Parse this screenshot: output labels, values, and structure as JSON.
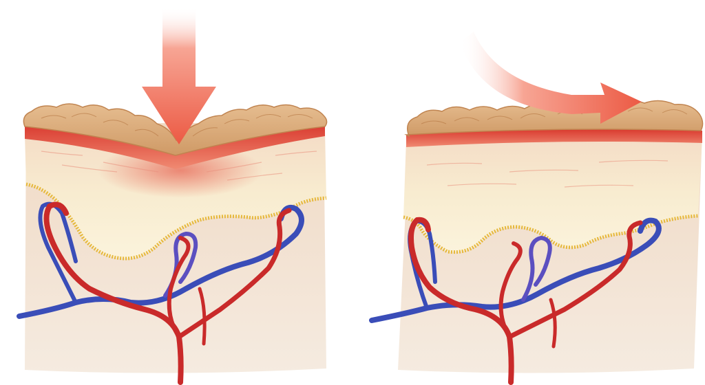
{
  "panels": [
    {
      "id": "pressure",
      "arrow": "straight-down-arrow"
    },
    {
      "id": "shear",
      "arrow": "curved-right-arrow"
    }
  ],
  "colors": {
    "background": "#ffffff",
    "epidermis": "#dcae7f",
    "epidermis_outline": "#c08450",
    "dermis_band": "#e0473b",
    "dermis": "#f6e8c7",
    "fat_boundary": "#e6b83a",
    "subcutis": "#f2dfcd",
    "artery": "#c92a2a",
    "vein": "#3a4db8",
    "force_arrow": "#ef6b57"
  }
}
